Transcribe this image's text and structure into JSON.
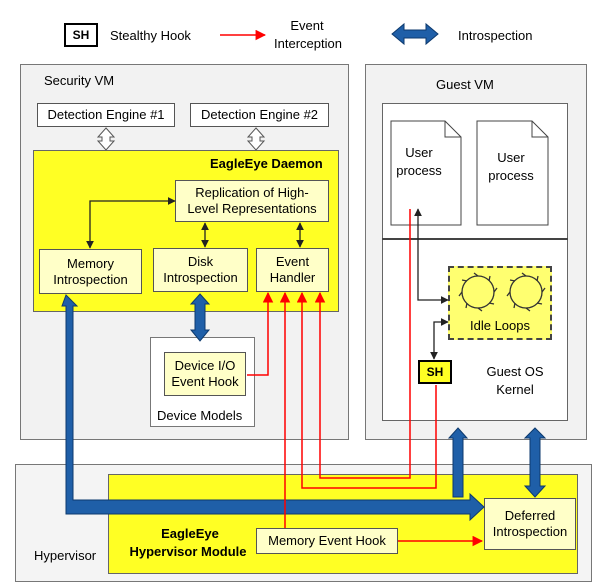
{
  "legend": {
    "sh_symbol": "SH",
    "sh_label": "Stealthy Hook",
    "event_label_line1": "Event",
    "event_label_line2": "Interception",
    "introspection_label": "Introspection"
  },
  "security_vm": {
    "title": "Security VM",
    "detection_engine_1": "Detection Engine #1",
    "detection_engine_2": "Detection Engine #2",
    "daemon": {
      "title": "EagleEye Daemon",
      "replication_line1": "Replication of High-",
      "replication_line2": "Level Representations",
      "memory_line1": "Memory",
      "memory_line2": "Introspection",
      "disk_line1": "Disk",
      "disk_line2": "Introspection",
      "event_line1": "Event",
      "event_line2": "Handler"
    },
    "device_models": {
      "title": "Device Models",
      "hook_line1": "Device I/O",
      "hook_line2": "Event Hook"
    }
  },
  "guest_vm": {
    "title": "Guest VM",
    "user_process_1_line1": "User",
    "user_process_1_line2": "process",
    "user_process_2_line1": "User",
    "user_process_2_line2": "process",
    "sh_user": "SH",
    "sh_kernel": "SH",
    "idle_loops": "Idle Loops",
    "kernel_line1": "Guest OS",
    "kernel_line2": "Kernel"
  },
  "hypervisor": {
    "title": "Hypervisor",
    "module_line1": "EagleEye",
    "module_line2": "Hypervisor Module",
    "memory_event_hook": "Memory Event Hook",
    "deferred_line1": "Deferred",
    "deferred_line2": "Introspection"
  },
  "colors": {
    "yellow": "#ffff24",
    "pale_yellow": "#ffffc8",
    "introspection_blue": "#1f5fa8",
    "event_red": "#ff0000"
  }
}
